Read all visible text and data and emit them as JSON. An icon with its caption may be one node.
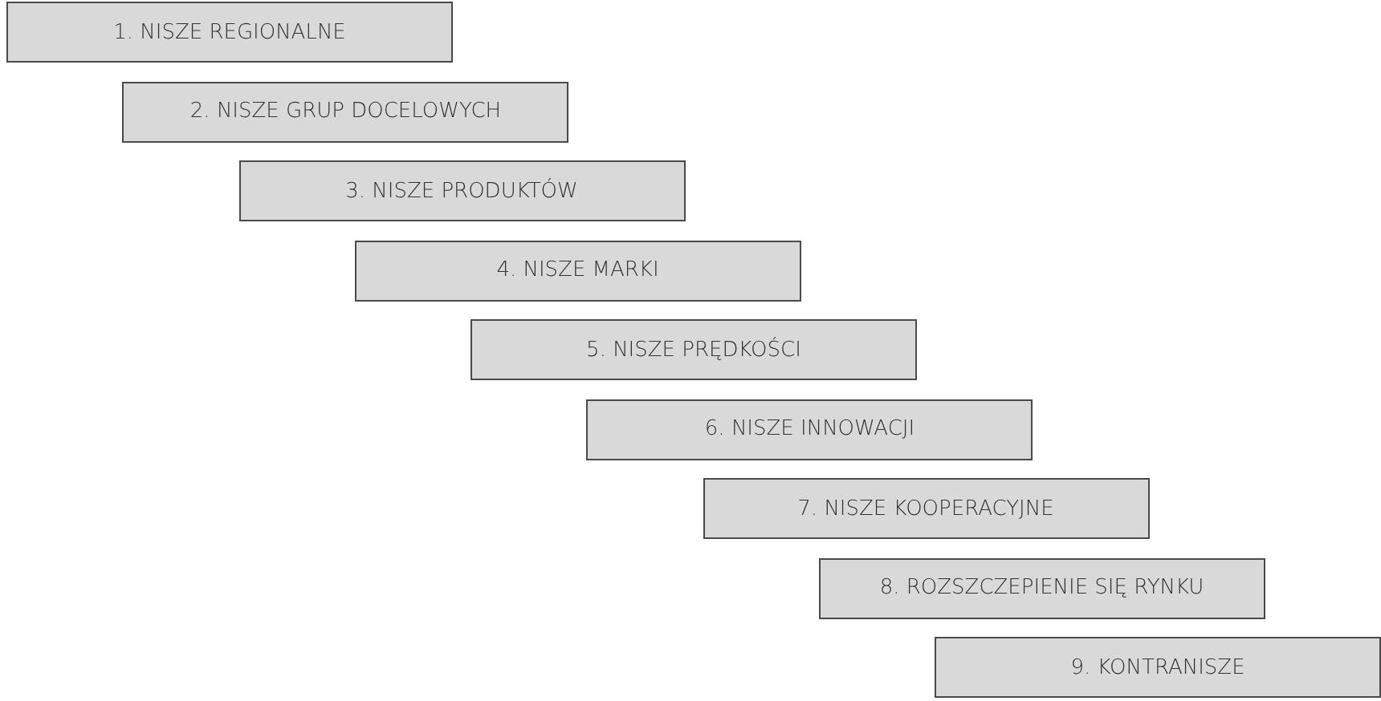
{
  "diagram": {
    "nodes": [
      {
        "text": [
          "1. NISZE REGIONALNE"
        ]
      },
      {
        "text": [
          "2. NISZE GRUP DOCELOWYCH"
        ]
      },
      {
        "text": [
          "3. NISZE PRODUKTÓW"
        ]
      },
      {
        "text": [
          "4. NISZE MARKI"
        ]
      },
      {
        "text": [
          "5. NISZE PRĘDKOŚCI"
        ]
      },
      {
        "text": [
          "6. NISZE INNOWACJI"
        ]
      },
      {
        "text": [
          "7. NISZE KOOPERACYJNE"
        ]
      },
      {
        "text": [
          "8. ROZSZCZEPIENIE SIĘ RYNKU"
        ]
      },
      {
        "text": [
          "9. KONTRANISZE"
        ]
      }
    ]
  }
}
